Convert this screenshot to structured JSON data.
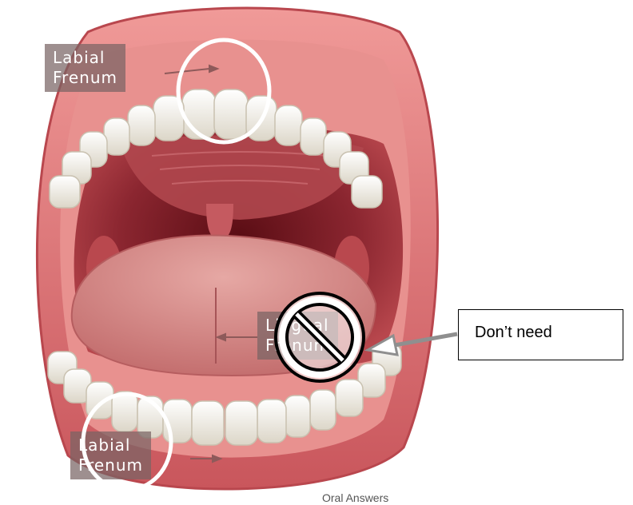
{
  "labels": {
    "upper": {
      "line1": "Labial",
      "line2": "Frenum"
    },
    "lingual": {
      "line1": "Lingual",
      "line2": "Frenum"
    },
    "lower": {
      "line1": "Labial",
      "line2": "Frenum"
    }
  },
  "callout": {
    "text": "Don’t need"
  },
  "credit": "Oral Answers",
  "colors": {
    "lip": "#d96a6e",
    "gum": "#e58a8c",
    "throat": "#7a1c22",
    "tongue": "#d98c8a",
    "tooth": "#f3f1ea",
    "label_bg": "#786464",
    "no_symbol": "#000000",
    "highlight_circle": "#ffffff"
  }
}
